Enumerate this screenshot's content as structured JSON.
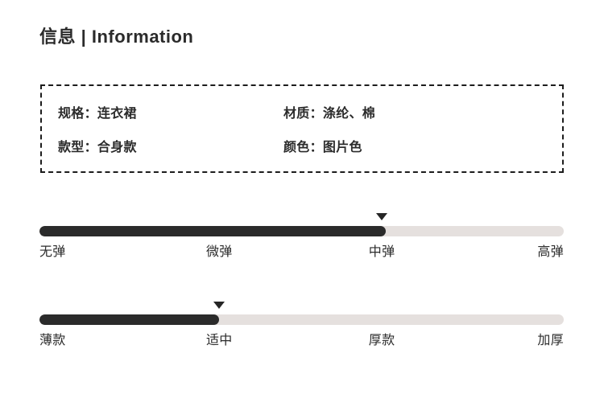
{
  "header": {
    "title": "信息 | Information"
  },
  "spec_box": {
    "items": [
      {
        "label": "规格：",
        "value": "连衣裙",
        "text": "规格：连衣裙",
        "row": 0,
        "col": 0
      },
      {
        "label": "材质：",
        "value": "涤纶、棉",
        "text": "材质：涤纶、棉",
        "row": 0,
        "col": 1
      },
      {
        "label": "款型：",
        "value": "合身款",
        "text": "款型：合身款",
        "row": 1,
        "col": 0
      },
      {
        "label": "颜色：",
        "value": "图片色",
        "text": "颜色：图片色",
        "row": 1,
        "col": 1
      }
    ]
  },
  "sliders": [
    {
      "name": "elasticity",
      "ticks": [
        "无弹",
        "微弹",
        "中弹",
        "高弹"
      ],
      "selected_index": 2,
      "selected_label": "中弹",
      "fill_percent": 66,
      "marker_percent": 65.3
    },
    {
      "name": "thickness",
      "ticks": [
        "薄款",
        "适中",
        "厚款",
        "加厚"
      ],
      "selected_index": 1,
      "selected_label": "适中",
      "fill_percent": 34.3,
      "marker_percent": 34.3
    }
  ],
  "colors": {
    "text": "#2b2b2b",
    "track_empty": "#e5e0de",
    "track_fill": "#2b2b2b",
    "marker": "#262626",
    "dashed_border": "#1c1c1c",
    "background": "#ffffff"
  }
}
